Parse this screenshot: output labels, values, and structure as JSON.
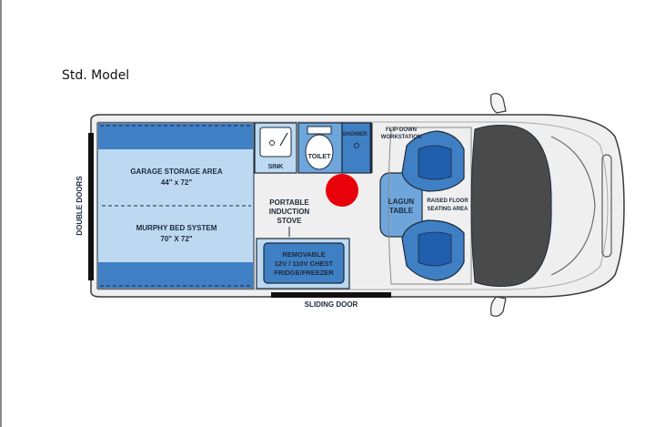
{
  "model_label": "Std. Model",
  "labels": {
    "double_doors": "DOUBLE DOORS",
    "garage_storage": "GARAGE STORAGE AREA",
    "garage_dims": "44\" x 72\"",
    "murphy_bed": "MURPHY BED SYSTEM",
    "murphy_dims": "70\" X 72\"",
    "sink": "SINK",
    "toilet": "TOILET",
    "shower": "SHOWER",
    "flip_down_1": "FLIP-DOWN",
    "flip_down_2": "WORKSTATION",
    "stove_1": "PORTABLE",
    "stove_2": "INDUCTION",
    "stove_3": "STOVE",
    "lagun_1": "LAGUN",
    "lagun_2": "TABLE",
    "raised_1": "RAISED FLOOR",
    "raised_2": "SEATING AREA",
    "fridge_1": "REMOVABLE",
    "fridge_2": "12V / 110V CHEST",
    "fridge_3": "FRIDGE/FREEZER",
    "sliding_door": "SLIDING DOOR"
  },
  "colors": {
    "dark_blue": "#3f7fc4",
    "light_blue": "#bcd9f1",
    "mid_blue": "#6ea6dc",
    "navy": "#1e2a3a",
    "body_gray": "#e9e9e9",
    "marker_red": "#e8000b"
  }
}
